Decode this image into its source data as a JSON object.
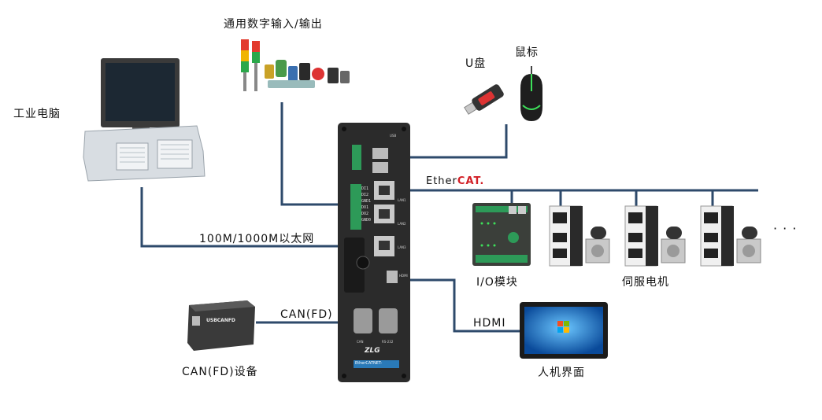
{
  "labels": {
    "industrial_pc": "工业电脑",
    "general_io": "通用数字输入/输出",
    "usb_disk": "U盘",
    "mouse": "鼠标",
    "ethernet": "100M/1000M以太网",
    "io_module": "I/O模块",
    "servo_motor": "伺服电机",
    "can_fd": "CAN(FD)",
    "can_fd_device": "CAN(FD)设备",
    "hdmi": "HDMI",
    "hmi": "人机界面",
    "ellipsis": "· · ·",
    "ethercat_prefix": "Ether",
    "ethercat_suffix": "CAT."
  },
  "controller": {
    "port_labels": [
      "DI1",
      "DI2",
      "GND1",
      "DO1",
      "DO2",
      "GND0"
    ],
    "lan_labels": [
      "LAN1",
      "LAN2",
      "LAN3"
    ],
    "side_labels": [
      "USB",
      "HDMI",
      "CAN",
      "RS-232"
    ],
    "nameplate_prefix": "EtherCATNET-",
    "logo": "ZLG"
  },
  "can_box": {
    "brand": "USBCANFD"
  },
  "colors": {
    "wire": "#2e4a6b",
    "controller_body": "#2b2b2b",
    "terminal_green": "#2d9a58",
    "nameplate": "#2a7ab8",
    "ethercat_red": "#d21f26"
  }
}
